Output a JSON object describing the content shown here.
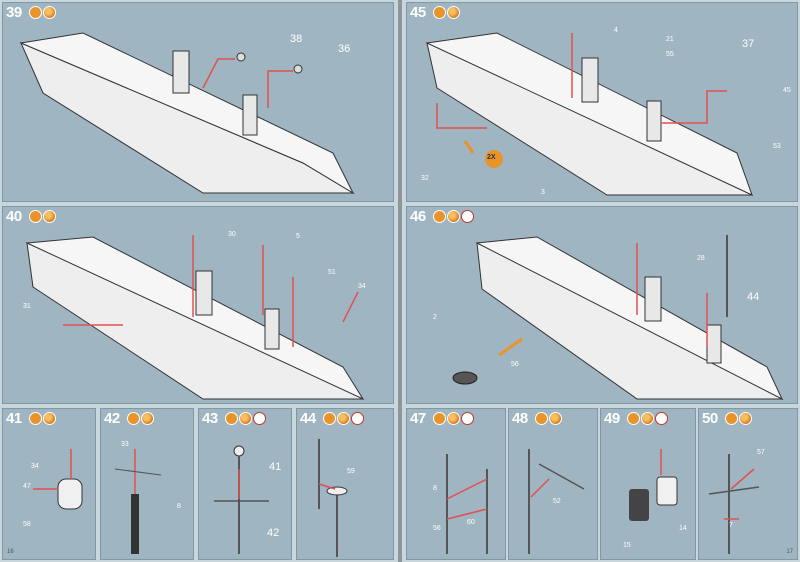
{
  "pages": {
    "left_number": "16",
    "right_number": "17"
  },
  "steps": {
    "s39": {
      "number": "39",
      "icons": [
        "paint-icon",
        "glue-icon"
      ],
      "part_labels": [
        "38",
        "36"
      ]
    },
    "s40": {
      "number": "40",
      "icons": [
        "paint-icon",
        "glue-icon"
      ],
      "part_labels": [
        "30",
        "5",
        "51",
        "34",
        "31"
      ]
    },
    "s41": {
      "number": "41",
      "icons": [
        "paint-icon",
        "glue-icon"
      ],
      "part_labels": [
        "34",
        "47",
        "58"
      ]
    },
    "s42": {
      "number": "42",
      "icons": [
        "paint-icon",
        "glue-icon"
      ],
      "part_labels": [
        "33",
        "8"
      ]
    },
    "s43": {
      "number": "43",
      "icons": [
        "paint-icon",
        "glue-icon",
        "clock-icon"
      ],
      "part_labels": [
        "41",
        "42"
      ]
    },
    "s44": {
      "number": "44",
      "icons": [
        "paint-icon",
        "glue-icon",
        "clock-icon"
      ],
      "part_labels": [
        "59"
      ]
    },
    "s45": {
      "number": "45",
      "icons": [
        "paint-icon",
        "glue-icon"
      ],
      "part_labels": [
        "37",
        "2X",
        "4",
        "21",
        "55",
        "45",
        "53",
        "32",
        "3"
      ]
    },
    "s46": {
      "number": "46",
      "icons": [
        "paint-icon",
        "glue-icon",
        "clock-icon"
      ],
      "part_labels": [
        "44",
        "28",
        "2",
        "56"
      ]
    },
    "s47": {
      "number": "47",
      "icons": [
        "paint-icon",
        "glue-icon",
        "clock-icon"
      ],
      "part_labels": [
        "8",
        "56",
        "60"
      ]
    },
    "s48": {
      "number": "48",
      "icons": [
        "paint-icon",
        "glue-icon"
      ],
      "part_labels": [
        "52"
      ]
    },
    "s49": {
      "number": "49",
      "icons": [
        "paint-icon",
        "glue-icon",
        "clock-icon"
      ],
      "part_labels": [
        "15",
        "14"
      ]
    },
    "s50": {
      "number": "50",
      "icons": [
        "paint-icon",
        "glue-icon"
      ],
      "part_labels": [
        "57",
        "7"
      ]
    }
  }
}
